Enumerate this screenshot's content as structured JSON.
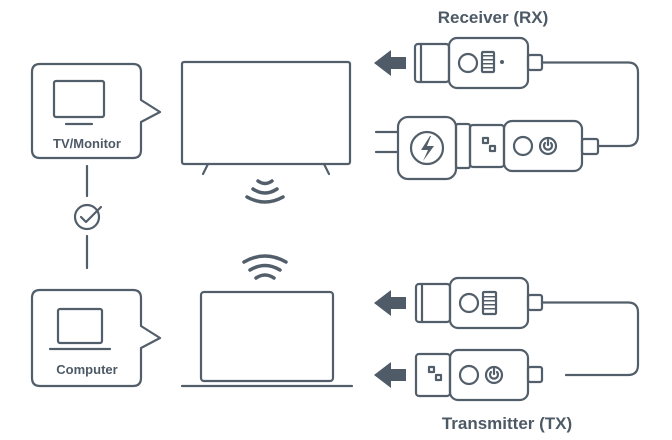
{
  "labels": {
    "receiver": "Receiver (RX)",
    "transmitter": "Transmitter (TX)",
    "tv_monitor": "TV/Monitor",
    "computer": "Computer"
  },
  "colors": {
    "stroke": "#525f6b",
    "fill": "#ffffff",
    "arrow": "#4f5c68"
  },
  "icons": [
    "tv-icon",
    "laptop-icon",
    "wifi-icon",
    "check-icon",
    "power-adapter-icon",
    "hdmi-dongle-icon",
    "usb-dongle-icon"
  ]
}
